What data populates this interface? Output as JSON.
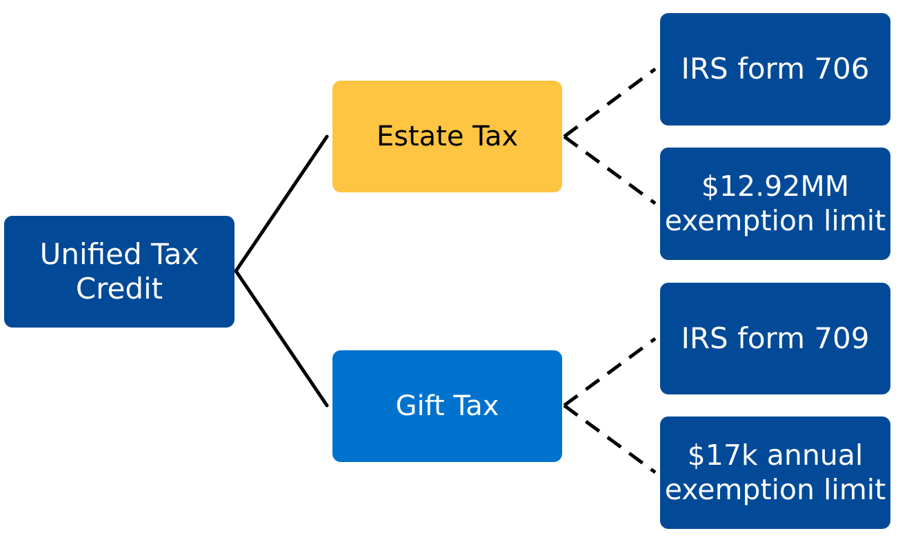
{
  "colors": {
    "dark_blue": "#024A97",
    "gold": "#FDC542",
    "bright_blue": "#0072CE",
    "white_text": "#FFFFFF",
    "black_text": "#000000",
    "connector": "#000000"
  },
  "nodes": {
    "root": {
      "label": "Unified Tax\nCredit"
    },
    "estate": {
      "label": "Estate Tax"
    },
    "gift": {
      "label": "Gift Tax"
    },
    "form706": {
      "label": "IRS form 706"
    },
    "estate_limit": {
      "label": "$12.92MM\nexemption limit"
    },
    "form709": {
      "label": "IRS form 709"
    },
    "gift_limit": {
      "label": "$17k annual\nexemption limit"
    }
  }
}
